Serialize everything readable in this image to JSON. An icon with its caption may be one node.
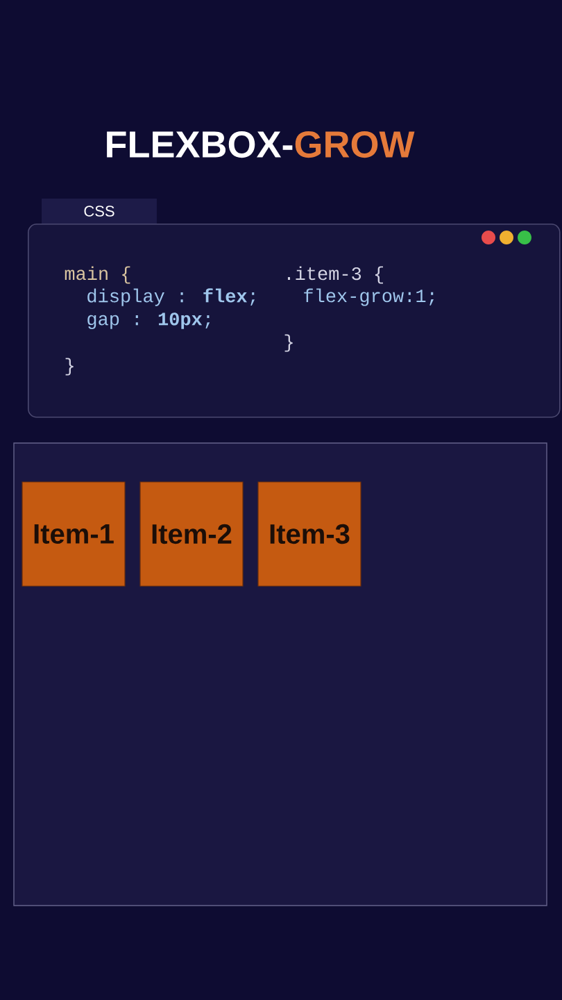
{
  "diagram": {
    "title": "FLEXBOX-GROW",
    "nodes": [
      {
        "text": [
          "CSS"
        ]
      },
      {
        "text": [
          "main {",
          "display : **flex**;",
          "gap : **10px**;",
          "}",
          ".item-3 {",
          "flex-grow:1;",
          "}"
        ]
      },
      {
        "text": [],
        "shape": "box"
      },
      {
        "text": [
          "Item-1"
        ],
        "in": 2
      },
      {
        "text": [
          "Item-2"
        ],
        "in": 2
      },
      {
        "text": [
          "Item-3"
        ],
        "in": 2
      }
    ]
  }
}
